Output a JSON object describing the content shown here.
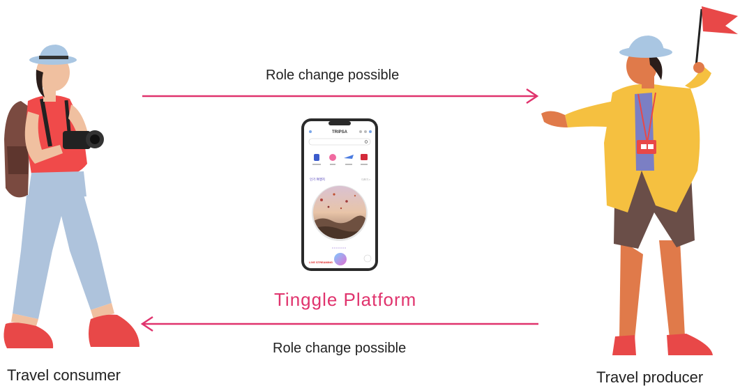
{
  "top_arrow_label": "Role change possible",
  "bottom_arrow_label": "Role change possible",
  "platform_name": "Tinggle Platform",
  "left_caption": "Travel consumer",
  "right_caption": "Travel producer",
  "phone": {
    "app_title": "TRIPSA",
    "section_title": "인기 여행지",
    "section_more": "더보기 >",
    "live_label": "LIVE STREAMING"
  },
  "colors": {
    "accent": "#e0336d",
    "arrow": "#e0336d"
  }
}
